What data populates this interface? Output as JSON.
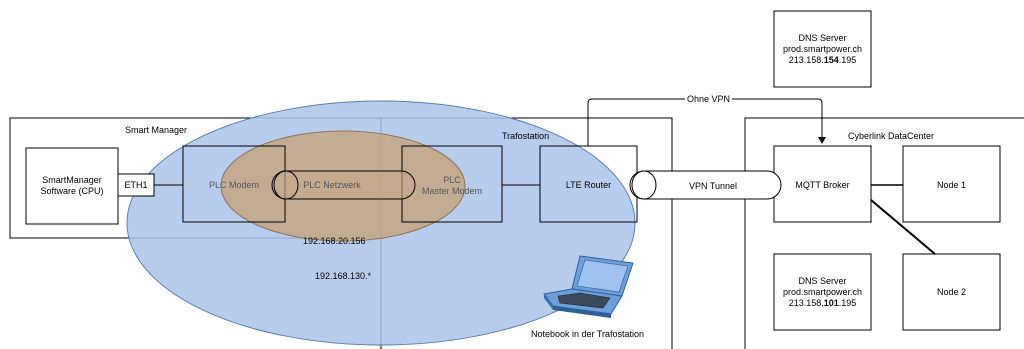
{
  "labels": {
    "smart_manager": "Smart Manager",
    "trafostation": "Trafostation",
    "datacenter": "Cyberlink DataCenter",
    "smartmanager_sw_1": "SmartManager",
    "smartmanager_sw_2": "Software (CPU)",
    "eth1": "ETH1",
    "plc_modem": "PLC Modem",
    "plc_netzwerk": "PLC Netzwerk",
    "plc_master_1": "PLC",
    "plc_master_2": "Master Modem",
    "lte_router": "LTE Router",
    "vpn_tunnel": "VPN Tunnel",
    "ohne_vpn": "Ohne VPN",
    "mqtt_broker": "MQTT Broker",
    "node1": "Node 1",
    "node2": "Node 2",
    "ip_plc": "192.168.20.156",
    "ip_lan": "192.168.130.*",
    "notebook": "Notebook in der Trafostation"
  },
  "dns_top": {
    "title": "DNS Server",
    "host": "prod.smartpower.ch",
    "ip_pre": "213.158.",
    "ip_bold": "154",
    "ip_post": ".195"
  },
  "dns_bottom": {
    "title": "DNS Server",
    "host": "prod.smartpower.ch",
    "ip_pre": "213.158.",
    "ip_bold": "101",
    "ip_post": ".195"
  },
  "colors": {
    "lan_ellipse": "#a9c4eb",
    "plc_ellipse": "#c6a98a",
    "line": "#000000"
  }
}
